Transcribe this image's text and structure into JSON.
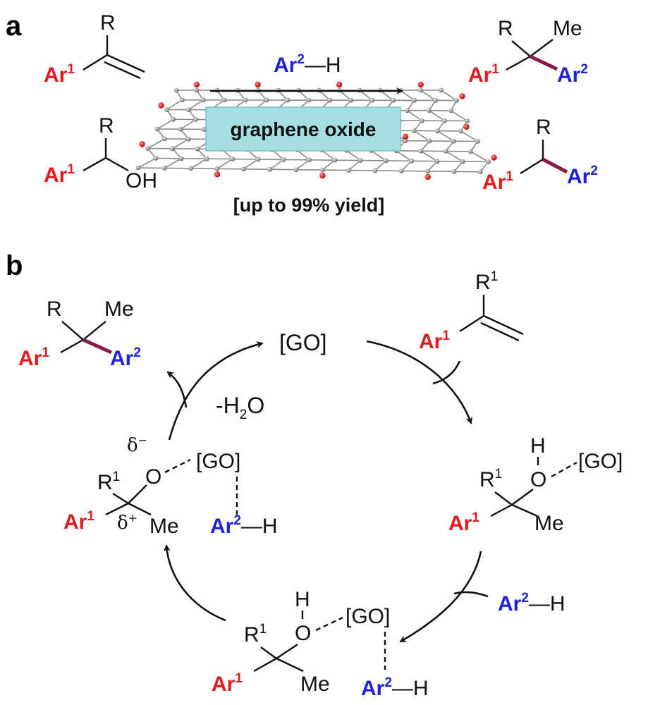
{
  "panel_a": {
    "label": "a",
    "reagent": {
      "ar": "Ar",
      "sup": "2",
      "rest": "—H"
    },
    "graphene_label": "graphene oxide",
    "yield_text": "[up to 99% yield]",
    "alkene": {
      "r": "R",
      "ar": "Ar",
      "sup": "1"
    },
    "alcohol": {
      "r": "R",
      "ar": "Ar",
      "sup": "1",
      "oh": "OH"
    },
    "product_alkene": {
      "r": "R",
      "me": "Me",
      "ar1": "Ar",
      "sup1": "1",
      "ar2": "Ar",
      "sup2": "2"
    },
    "product_alcohol": {
      "r": "R",
      "ar1": "Ar",
      "sup1": "1",
      "ar2": "Ar",
      "sup2": "2"
    }
  },
  "panel_b": {
    "label": "b",
    "go_top": "[GO]",
    "water": "-H",
    "water_sub": "2",
    "water_o": "O",
    "styrene": {
      "r": "R",
      "rsup": "1",
      "ar": "Ar",
      "sup": "1"
    },
    "product": {
      "r": "R",
      "me": "Me",
      "ar1": "Ar",
      "sup1": "1",
      "ar2": "Ar",
      "sup2": "2"
    },
    "intermediate_right": {
      "h": "H",
      "o": "O",
      "go": "[GO]",
      "r": "R",
      "rsup": "1",
      "ar": "Ar",
      "sup": "1",
      "me": "Me"
    },
    "reagent_right": {
      "ar": "Ar",
      "sup": "2",
      "rest": "—H"
    },
    "intermediate_bottom": {
      "h": "H",
      "o": "O",
      "go": "[GO]",
      "r": "R",
      "rsup": "1",
      "ar": "Ar",
      "sup": "1",
      "me": "Me",
      "ar2": "Ar",
      "sup2": "2",
      "rest": "—H"
    },
    "intermediate_left": {
      "delta_minus": "δ",
      "minus": "−",
      "o": "O",
      "go": "[GO]",
      "r": "R",
      "rsup": "1",
      "ar": "Ar",
      "sup": "1",
      "delta_plus": "δ",
      "plus": "+",
      "me": "Me",
      "ar2": "Ar",
      "sup2": "2",
      "rest": "—H"
    }
  },
  "colors": {
    "ar1": "#e41a1c",
    "ar2": "#1f22d6",
    "bond_highlight": "#8b1a4a",
    "go_box": "#a6dfe2"
  }
}
